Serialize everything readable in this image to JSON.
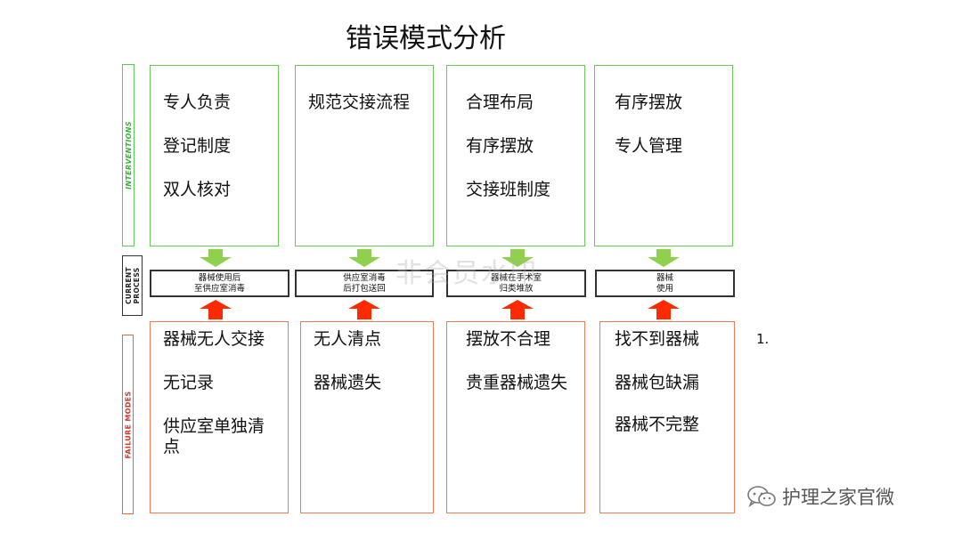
{
  "title": "错误模式分析",
  "side_labels": {
    "interventions": "INTERVENTIONS",
    "current_process": "CURRENT PROCESS",
    "failure_modes": "FAILURE MODES"
  },
  "columns": [
    {
      "interventions": [
        "专人负责",
        "登记制度",
        "双人核对"
      ],
      "process": [
        "器械使用后",
        "至供应室消毒"
      ],
      "failure_modes": [
        "器械无人交接",
        "无记录",
        "供应室单独清点"
      ]
    },
    {
      "interventions": [
        "规范交接流程"
      ],
      "process": [
        "供应室消毒",
        "后打包送回"
      ],
      "failure_modes": [
        "无人清点",
        "器械遗失"
      ]
    },
    {
      "interventions": [
        "合理布局",
        "有序摆放",
        "交接班制度"
      ],
      "process": [
        "器械在手术室",
        "归类堆放"
      ],
      "failure_modes": [
        "摆放不合理",
        "贵重器械遗失"
      ]
    },
    {
      "interventions": [
        "有序摆放",
        "专人管理"
      ],
      "process": [
        "器械",
        "使用"
      ],
      "failure_modes": [
        "找不到器械",
        "器械包缺漏",
        "器械不完整"
      ]
    }
  ],
  "number_label": "1.",
  "watermark": "非会员水印",
  "brand": {
    "icon": "wechat-icon",
    "text": "护理之家官微"
  },
  "colors": {
    "interventions_border": "#66cc55",
    "failure_border": "#f07a52",
    "green_arrow": "#8fd14f",
    "red_arrow": "#ff2a00"
  }
}
